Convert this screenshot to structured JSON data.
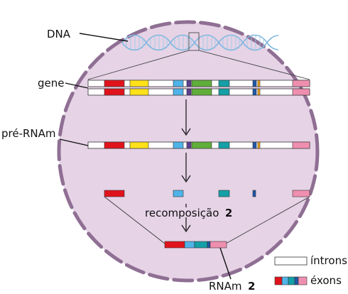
{
  "labels": {
    "dna": "DNA",
    "gene": "gene",
    "pre_rna": "pré-RNAm",
    "recomposition_text": "recomposição",
    "recomposition_number": "2",
    "mrna_text": "RNAm",
    "mrna_number": "2"
  },
  "legend": {
    "introns": "íntrons",
    "exons": "éxons"
  },
  "colors": {
    "nucleus_fill": "#e6d3e6",
    "envelope": "#8f6f93",
    "dna_helix": "#7fb8e0",
    "intron": "#ffffff",
    "exon_red": "#e0131c",
    "exon_yellow": "#ffe11a",
    "exon_lightblue": "#4fb3e8",
    "exon_purple": "#5b3f8f",
    "exon_green": "#5fae3a",
    "exon_teal": "#14a0a6",
    "exon_darkblue": "#2057a8",
    "exon_orange": "#f3a11a",
    "exon_pink": "#ef8fb0"
  }
}
